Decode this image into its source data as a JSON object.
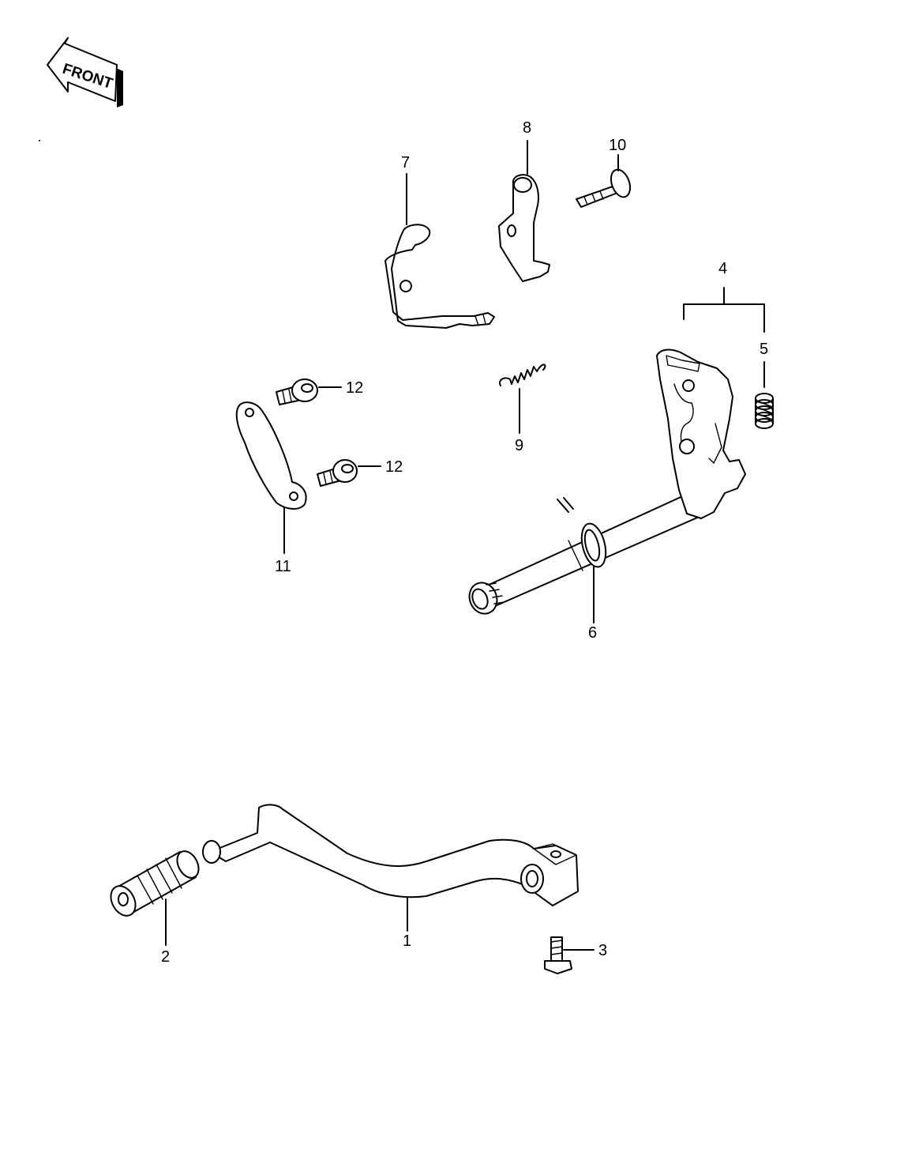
{
  "front_badge": {
    "text": "FRONT"
  },
  "parts": [
    {
      "id": "part-1",
      "label": "1"
    },
    {
      "id": "part-2",
      "label": "2"
    },
    {
      "id": "part-3",
      "label": "3"
    },
    {
      "id": "part-4",
      "label": "4"
    },
    {
      "id": "part-5",
      "label": "5"
    },
    {
      "id": "part-6",
      "label": "6"
    },
    {
      "id": "part-7",
      "label": "7"
    },
    {
      "id": "part-8",
      "label": "8"
    },
    {
      "id": "part-9",
      "label": "9"
    },
    {
      "id": "part-10",
      "label": "10"
    },
    {
      "id": "part-11",
      "label": "11"
    },
    {
      "id": "part-12a",
      "label": "12"
    },
    {
      "id": "part-12b",
      "label": "12"
    }
  ]
}
